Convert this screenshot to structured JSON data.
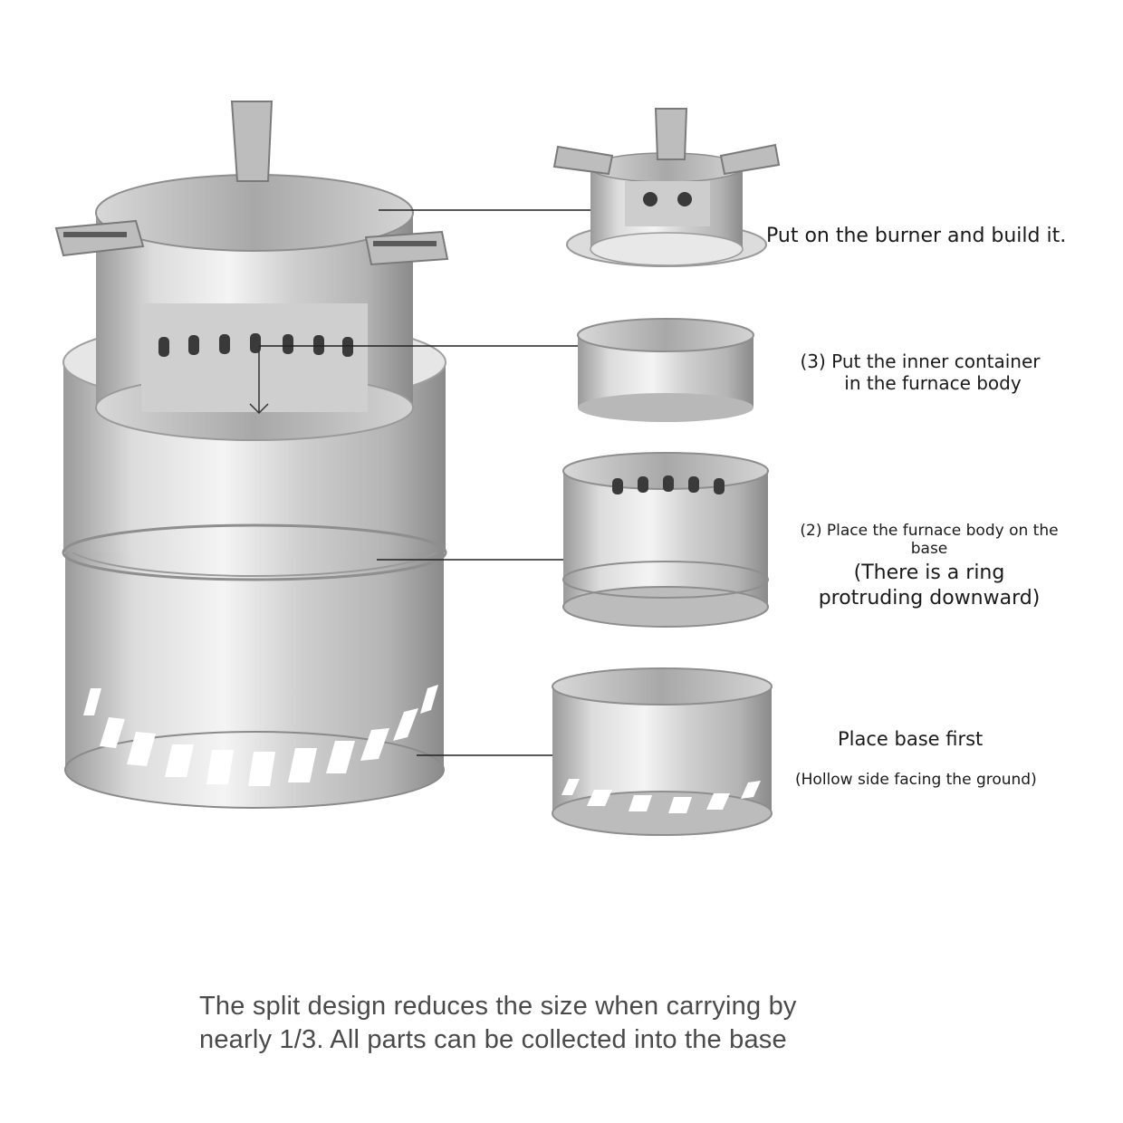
{
  "steps": {
    "burner": "Put on the burner and build it.",
    "inner_line1": "(3) Put the inner container",
    "inner_line2": "in the furnace body",
    "body_line1": "(2) Place the furnace body on the",
    "body_line2": "base",
    "body_note_line1": "(There is a ring",
    "body_note_line2": "protruding downward)",
    "base_title": "Place base first",
    "base_note": "(Hollow side facing the ground)"
  },
  "caption": {
    "line1": "The split design reduces the size when carrying by",
    "line2": "nearly 1/3. All parts can be collected into the base"
  },
  "colors": {
    "steel_light": "#eeeeee",
    "steel_mid": "#c4c4c4",
    "steel_dark": "#8e8e8e",
    "vent": "#3a3a3a",
    "text": "#1a1a1a",
    "caption_text": "#4a4a4a"
  }
}
